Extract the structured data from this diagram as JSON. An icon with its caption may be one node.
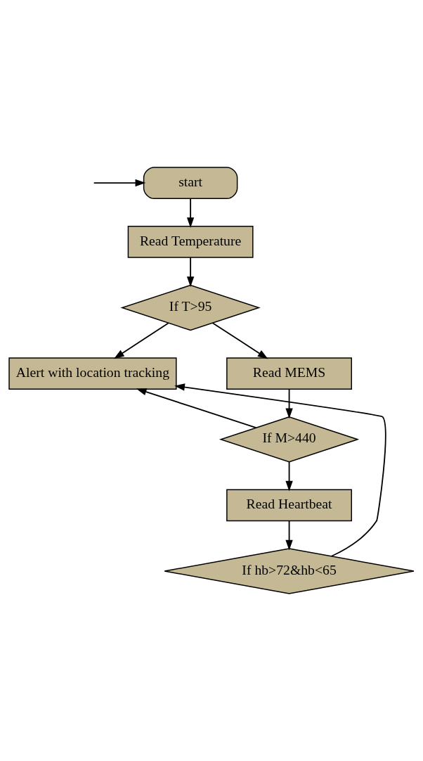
{
  "diagram": {
    "nodes": [
      {
        "text": [
          "start"
        ]
      },
      {
        "text": [
          "Read Temperature"
        ]
      },
      {
        "text": [
          "If T>95"
        ]
      },
      {
        "text": [
          "Alert with location tracking"
        ]
      },
      {
        "text": [
          "Read MEMS"
        ]
      },
      {
        "text": [
          "If M>440"
        ]
      },
      {
        "text": [
          "Read Heartbeat"
        ]
      },
      {
        "text": [
          "If hb>72&hb<65"
        ]
      }
    ],
    "edges": [
      {
        "from": null,
        "to": 0,
        "arrow": "to"
      },
      {
        "from": 0,
        "to": 1,
        "arrow": "to"
      },
      {
        "from": 1,
        "to": 2,
        "arrow": "to"
      },
      {
        "from": 2,
        "to": 3,
        "arrow": "to"
      },
      {
        "from": 2,
        "to": 4,
        "arrow": "to"
      },
      {
        "from": 4,
        "to": 5,
        "arrow": "to"
      },
      {
        "from": 5,
        "to": 3,
        "arrow": "to"
      },
      {
        "from": 5,
        "to": 6,
        "arrow": "to"
      },
      {
        "from": 6,
        "to": 7,
        "arrow": "to"
      },
      {
        "from": 7,
        "to": 3,
        "arrow": "to"
      }
    ]
  }
}
